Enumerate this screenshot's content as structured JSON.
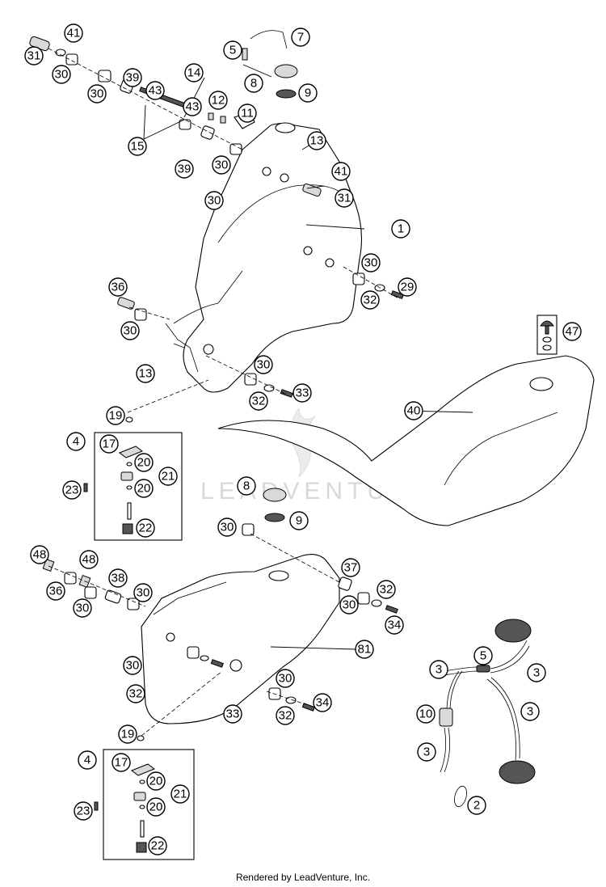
{
  "watermark": "LEADVENTURE",
  "footer": "Rendered by LeadVenture, Inc.",
  "callouts": [
    "1",
    "2",
    "3",
    "4",
    "5",
    "7",
    "8",
    "9",
    "10",
    "11",
    "12",
    "13",
    "14",
    "15",
    "17",
    "19",
    "20",
    "21",
    "22",
    "23",
    "29",
    "30",
    "31",
    "32",
    "33",
    "34",
    "36",
    "37",
    "38",
    "39",
    "40",
    "41",
    "43",
    "47",
    "48",
    "81"
  ]
}
